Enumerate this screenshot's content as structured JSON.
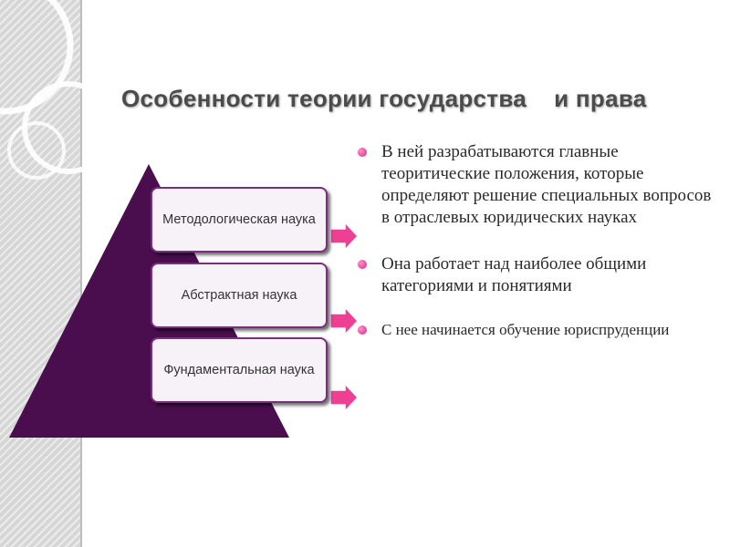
{
  "slide": {
    "title": "Особенности теории государства    и права",
    "pyramid": {
      "levels": [
        {
          "label": "Методологическая наука"
        },
        {
          "label": "Абстрактная наука"
        },
        {
          "label": "Фундаментальная наука"
        }
      ]
    },
    "bullets": [
      {
        "text": "В ней разрабатываются главные теоритические положения, которые определяют решение специальных вопросов в отраслевых юридических науках"
      },
      {
        "text": "Она работает над наиболее общими категориями и понятиями"
      },
      {
        "text": "С нее начинается обучение юриспруденции"
      }
    ]
  },
  "colors": {
    "pyramid": "#4a0d4e",
    "box_border": "#7b2e7e",
    "arrow": "#ee3f95",
    "bullet_dot": "#e0218a",
    "title_text": "#4b4b4b",
    "side_band": "#d6d6d6"
  }
}
